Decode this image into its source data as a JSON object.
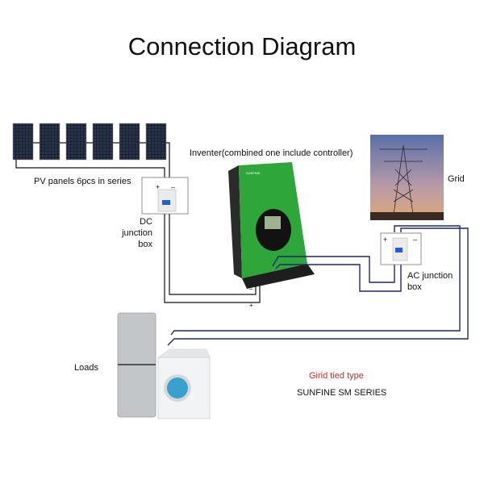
{
  "title": "Connection Diagram",
  "components": {
    "pv": {
      "label": "PV panels 6pcs in series",
      "panel_count": 6,
      "icon": "solar-panel-icon"
    },
    "dc_box": {
      "label_line1": "DC junction",
      "label_line2": "box",
      "plus": "+",
      "minus": "–"
    },
    "inverter": {
      "label": "Inventer(combined one include controller)",
      "brand": "SUNFINE",
      "color": "#2fa63a"
    },
    "grid": {
      "label": "Grid",
      "icon": "power-tower-icon"
    },
    "ac_box": {
      "label_line1": "AC junction",
      "label_line2": "box",
      "plus": "+",
      "minus": "–"
    },
    "loads": {
      "label": "Loads",
      "icons": [
        "refrigerator-icon",
        "washing-machine-icon"
      ]
    }
  },
  "terminals": {
    "inv_minus": "–",
    "inv_plus": "+"
  },
  "footer": {
    "type_label": "Girid tied type",
    "series_label": "SUNFINE SM SERIES"
  },
  "colors": {
    "dc_wire": "#111111",
    "ac_wire": "#1c2a6b",
    "accent_red": "#d0282a"
  }
}
